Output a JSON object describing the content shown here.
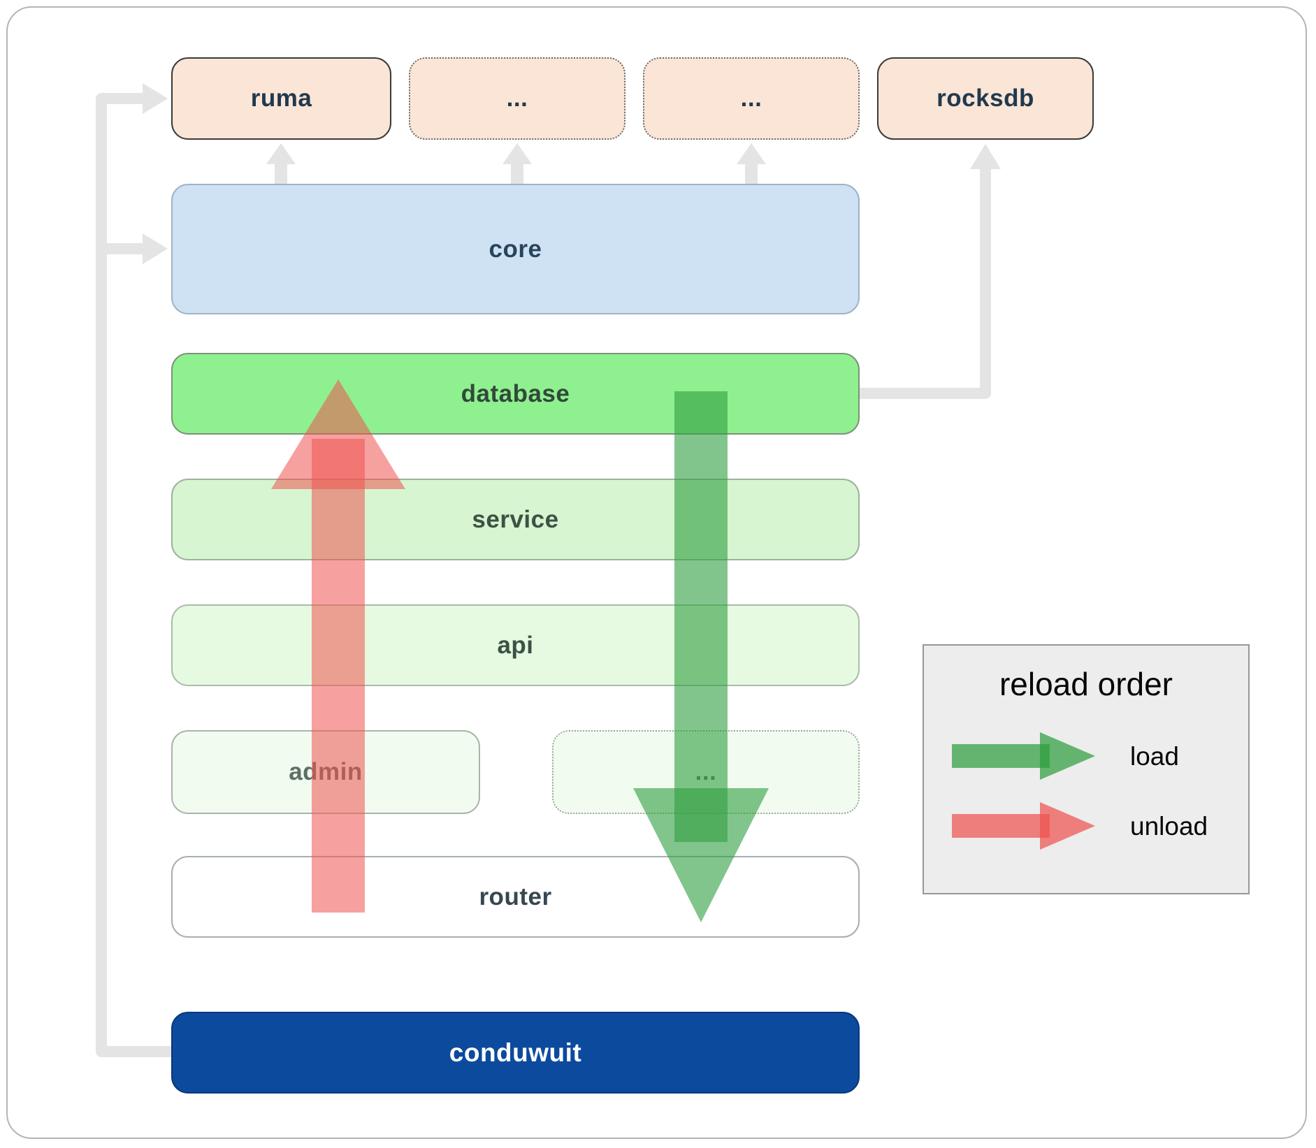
{
  "diagram": {
    "top_row": [
      "ruma",
      "...",
      "...",
      "rocksdb"
    ],
    "layers": {
      "core": "core",
      "database": "database",
      "service": "service",
      "api": "api",
      "admin": "admin",
      "admin_more": "...",
      "router": "router",
      "conduwuit": "conduwuit"
    },
    "legend": {
      "title": "reload order",
      "load_label": "load",
      "unload_label": "unload"
    },
    "colors": {
      "load_arrow_green": "#2f9e3f",
      "unload_arrow_red": "#ef5350",
      "connector_gray": "#e4e4e4",
      "ruma_fill": "#fbe5d6",
      "core_fill": "#cfe2f3",
      "database_fill": "#8ff08f",
      "service_fill": "#d6f5d0",
      "api_fill": "#e6fae1",
      "admin_fill": "#f1fbf0",
      "router_fill": "#ffffff",
      "conduwuit_fill": "#0c4a9e",
      "legend_fill": "#ededed"
    }
  }
}
